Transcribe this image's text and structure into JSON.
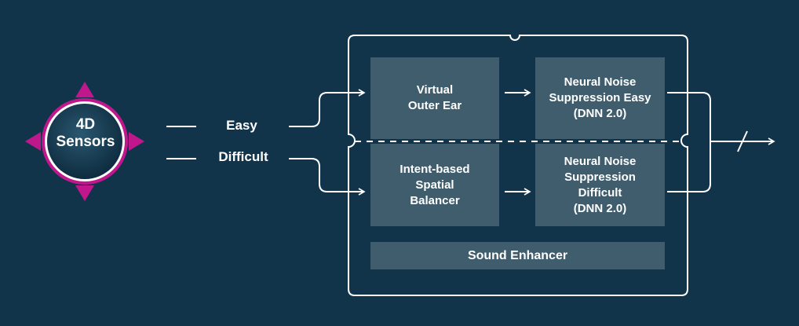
{
  "sensor": {
    "line1": "4D",
    "line2": "Sensors"
  },
  "inputs": {
    "easy": "Easy",
    "difficult": "Difficult"
  },
  "blocks": {
    "virtual_outer_ear": [
      "Virtual",
      "Outer Ear"
    ],
    "intent_balancer": [
      "Intent-based",
      "Spatial",
      "Balancer"
    ],
    "nns_easy": [
      "Neural Noise",
      "Suppression Easy",
      "(DNN 2.0)"
    ],
    "nns_difficult": [
      "Neural Noise",
      "Suppression",
      "Difficult",
      "(DNN 2.0)"
    ],
    "sound_enhancer": "Sound Enhancer"
  },
  "colors": {
    "background": "#11344a",
    "block": "#3f5d6d",
    "accent": "#c0188c",
    "line": "#ffffff"
  }
}
